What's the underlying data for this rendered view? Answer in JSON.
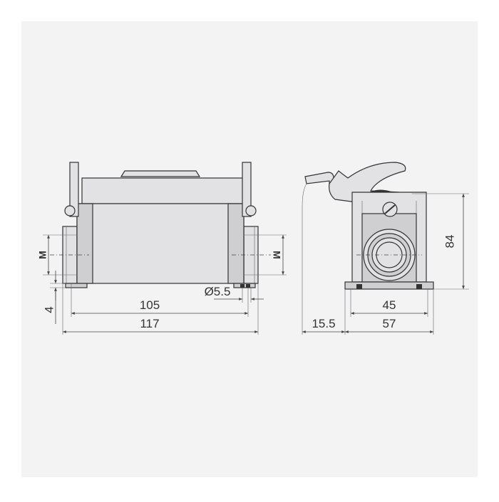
{
  "colors": {
    "background": "#ffffff",
    "drawing_area": "#f3f3f4",
    "housing_fill": "#e2e2e4",
    "line": "#333333"
  },
  "dimensions": {
    "width_inner": "105",
    "width_total": "117",
    "hole_diameter": "Ø5.5",
    "base_height": "4",
    "offset": "15.5",
    "depth_total": "57",
    "depth_inner": "45",
    "height": "84",
    "thread_left": "M",
    "thread_right": "M"
  },
  "icons": [
    "locking-lever-icon",
    "cable-entry-icon"
  ]
}
